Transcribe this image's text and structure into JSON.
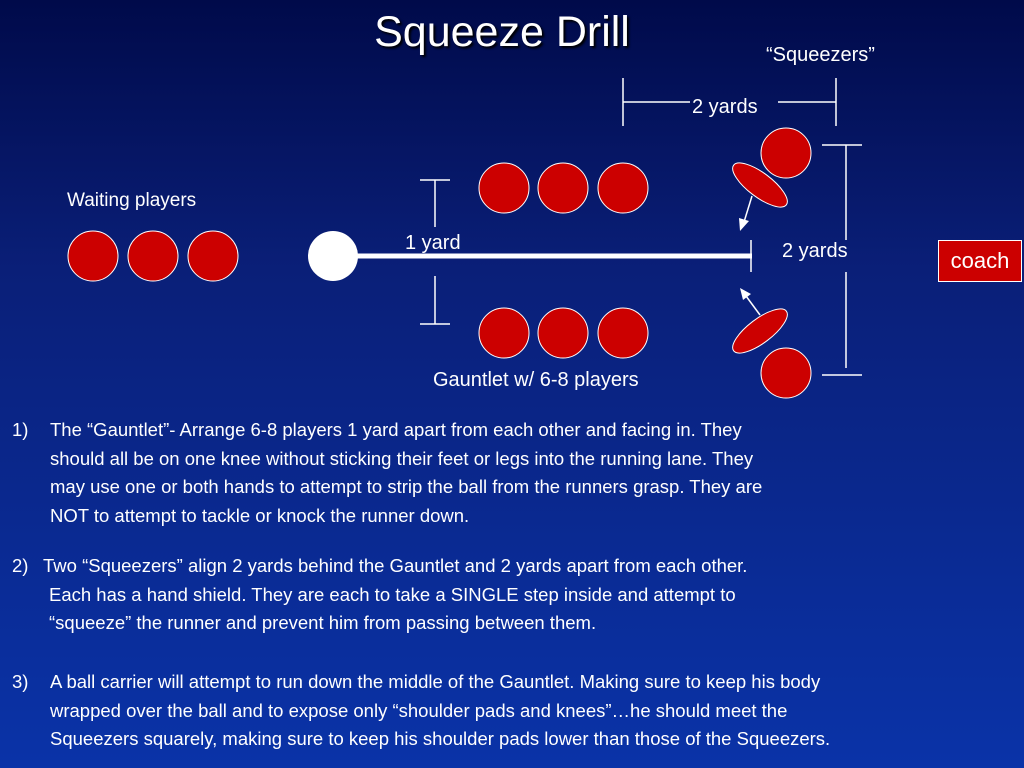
{
  "title": "Squeeze Drill",
  "labels": {
    "squeezers": "“Squeezers”",
    "two_yards_top": "2 yards",
    "waiting_players": "Waiting players",
    "one_yard": "1 yard",
    "two_yards_right": "2 yards",
    "coach": "coach",
    "gauntlet": "Gauntlet w/ 6-8 players"
  },
  "colors": {
    "player": "#cc0000",
    "runner": "#ffffff",
    "lines": "#ffffff"
  },
  "steps": [
    {
      "number": "1)",
      "lines": [
        "The “Gauntlet”-  Arrange 6-8 players 1 yard apart from each other and facing in. They",
        "should all be on one knee without sticking their feet or legs into the running lane. They",
        "may use one or both hands to attempt to strip the ball from the runners grasp. They are",
        "NOT to attempt to tackle or knock the runner down."
      ]
    },
    {
      "number": "2)",
      "lines": [
        "Two “Squeezers” align 2 yards behind the Gauntlet and 2 yards apart from each other.",
        "Each has a hand shield. They are each to take a SINGLE step inside and attempt to",
        "“squeeze” the runner and prevent him from passing between them."
      ]
    },
    {
      "number": "3)",
      "lines": [
        "A ball carrier will attempt to run down the middle of the Gauntlet. Making sure to keep his body",
        "wrapped over the ball and to expose only “shoulder pads and knees”…he should meet the",
        "Squeezers squarely, making sure to keep his shoulder pads lower than those of the Squeezers."
      ]
    }
  ]
}
